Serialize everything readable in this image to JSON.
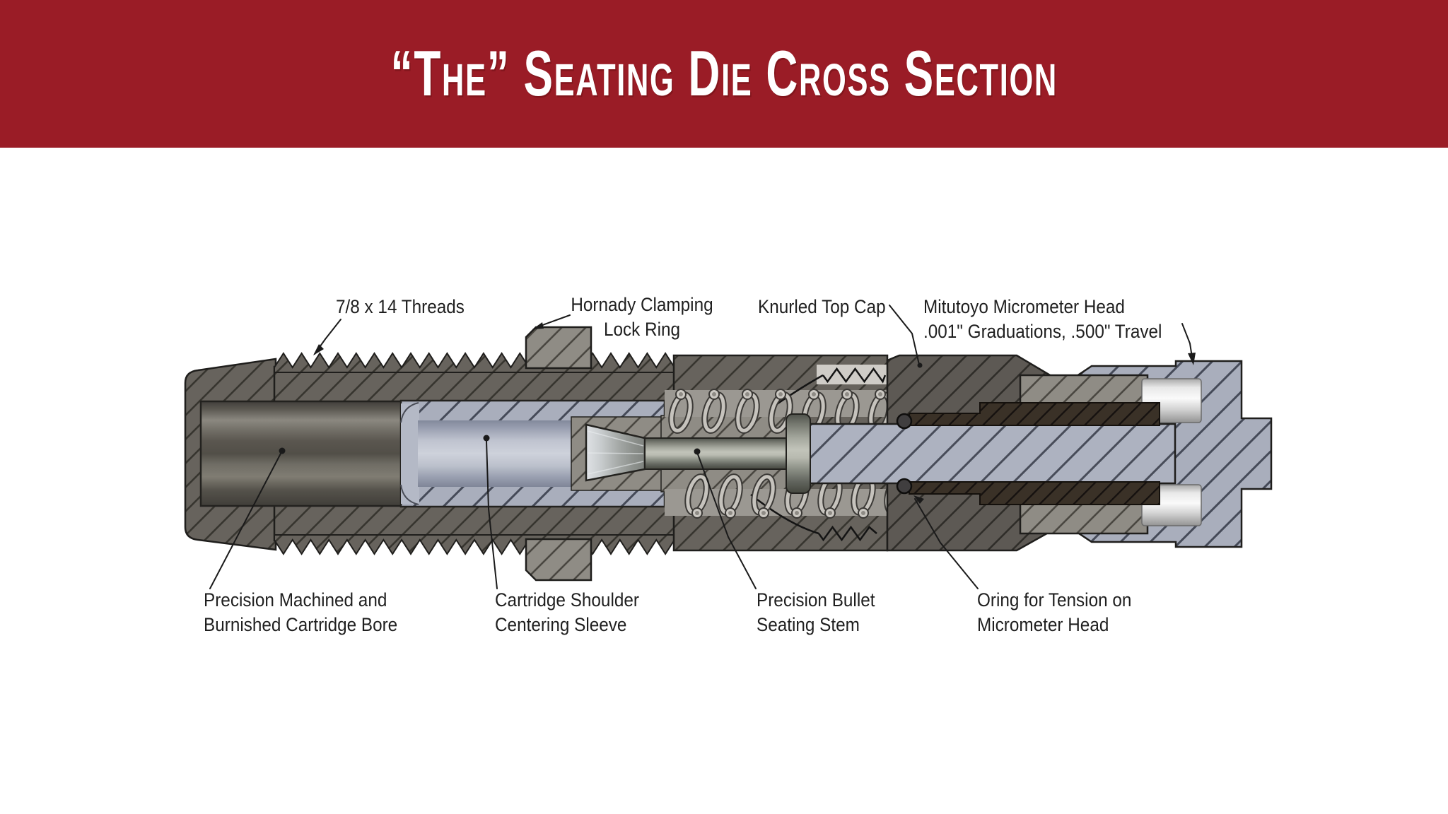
{
  "header": {
    "title": "“The” Seating Die Cross Section",
    "background": "#9a1c26",
    "text_color": "#ffffff"
  },
  "diagram": {
    "background": "#ffffff",
    "labels": {
      "threads": {
        "text": "7/8 x 14 Threads"
      },
      "lock_ring": {
        "line1": "Hornady Clamping",
        "line2": "Lock Ring"
      },
      "top_cap": {
        "text": "Knurled Top Cap"
      },
      "micrometer": {
        "line1": "Mitutoyo Micrometer Head",
        "line2": ".001\" Graduations, .500\" Travel"
      },
      "bore": {
        "line1": "Precision Machined and",
        "line2": "Burnished Cartridge Bore"
      },
      "sleeve": {
        "line1": "Cartridge Shoulder",
        "line2": "Centering Sleeve"
      },
      "stem": {
        "line1": "Precision Bullet",
        "line2": "Seating Stem"
      },
      "oring": {
        "line1": "Oring for Tension on",
        "line2": "Micrometer Head"
      }
    },
    "materials": {
      "die_body": "#67635d",
      "knurled_cap": "#5d5954",
      "steel_medium": "#8f8c85",
      "aluminum_lavender": "#a9aebc",
      "micrometer_brown": "#3a3127",
      "silver_highlight": "#f5f5f5",
      "outline": "#1f1e1c",
      "leader_line": "#1a1a1a"
    }
  }
}
